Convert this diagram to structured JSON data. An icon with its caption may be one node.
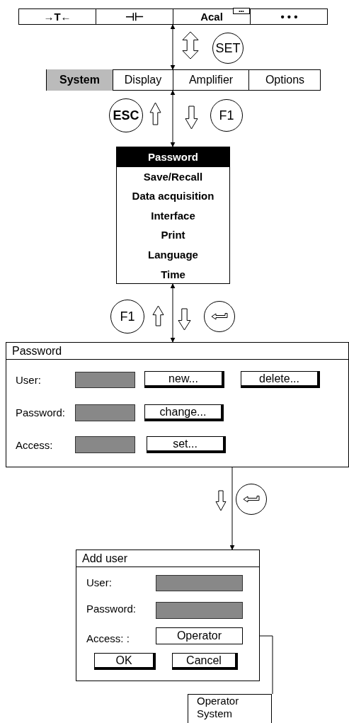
{
  "diagram": {
    "nodes": [
      {
        "text": [],
        "shape": "bar"
      },
      {
        "text": [
          "→T←"
        ],
        "in": 0
      },
      {
        "text": [
          "⊣⊢"
        ],
        "in": 0
      },
      {
        "text": [
          "Acal"
        ],
        "in": 0
      },
      {
        "text": [
          "•••"
        ],
        "in": 3
      },
      {
        "text": [
          "• • •"
        ],
        "in": 0
      },
      {
        "text": [
          "SET"
        ]
      },
      {
        "text": [],
        "shape": "bar"
      },
      {
        "text": [
          "System"
        ],
        "in": 7
      },
      {
        "text": [
          "Display"
        ],
        "in": 7
      },
      {
        "text": [
          "Amplifier"
        ],
        "in": 7
      },
      {
        "text": [
          "Options"
        ],
        "in": 7
      },
      {
        "text": [
          "ESC"
        ]
      },
      {
        "text": [
          "F1"
        ]
      },
      {
        "text": [
          "Password",
          "Save/Recall",
          "Data acquisition",
          "Interface",
          "Print",
          "Language",
          "Time"
        ]
      },
      {
        "text": [
          "F1"
        ]
      },
      {
        "text": [],
        "shape": "circle"
      },
      {
        "text": [
          "Password"
        ]
      },
      {
        "text": [],
        "shape": "box",
        "in": 17
      },
      {
        "text": [
          "new..."
        ],
        "in": 17
      },
      {
        "text": [
          "delete..."
        ],
        "in": 17
      },
      {
        "text": [],
        "shape": "box",
        "in": 17
      },
      {
        "text": [
          "change..."
        ],
        "in": 17
      },
      {
        "text": [],
        "shape": "box",
        "in": 17
      },
      {
        "text": [
          "set..."
        ],
        "in": 17
      },
      {
        "text": [],
        "shape": "circle"
      },
      {
        "text": [
          "Add user"
        ]
      },
      {
        "text": [],
        "shape": "box",
        "in": 26
      },
      {
        "text": [],
        "shape": "box",
        "in": 26
      },
      {
        "text": [
          "Operator"
        ],
        "in": 26
      },
      {
        "text": [
          "OK"
        ],
        "in": 26
      },
      {
        "text": [
          "Cancel"
        ],
        "in": 26
      },
      {
        "text": [
          "Operator",
          "System"
        ]
      }
    ],
    "edges": [
      {
        "from": 0,
        "to": 7,
        "arrow": "both"
      },
      {
        "from": 7,
        "to": 14,
        "arrow": "both"
      },
      {
        "from": 14,
        "to": 17,
        "arrow": "both"
      },
      {
        "from": 19,
        "to": 26,
        "arrow": "to"
      },
      {
        "from": 29,
        "to": 32,
        "arrow": "none"
      }
    ],
    "labels": [
      "User:",
      "Password:",
      "Access:",
      "User:",
      "Password:",
      "Access: :"
    ]
  }
}
